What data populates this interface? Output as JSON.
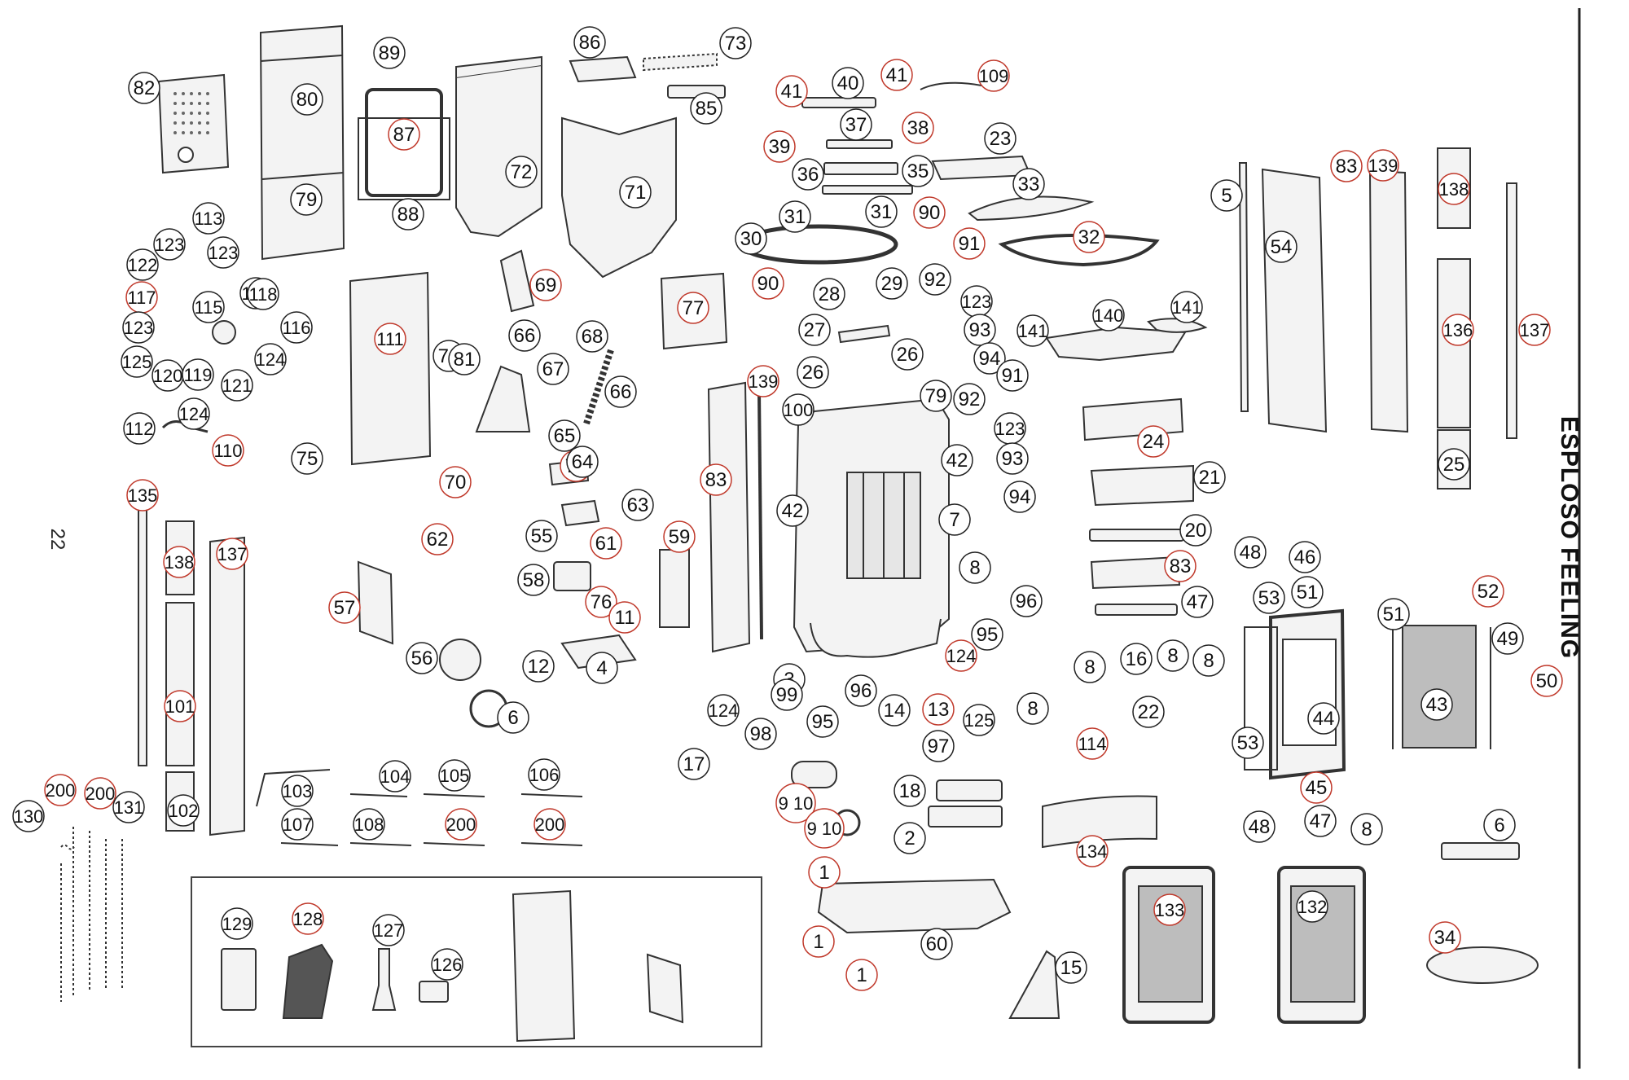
{
  "title": "ESPLOSO FEELING",
  "page_number": "22",
  "colors": {
    "callout_red": "#c0392b",
    "callout_black": "#222222",
    "line": "#333333",
    "fill": "#f3f3f3"
  },
  "callouts": [
    {
      "label": "82",
      "style": "black"
    },
    {
      "label": "80",
      "style": "black"
    },
    {
      "label": "89",
      "style": "black"
    },
    {
      "label": "87",
      "style": "red"
    },
    {
      "label": "79",
      "style": "black"
    },
    {
      "label": "88",
      "style": "black"
    },
    {
      "label": "72",
      "style": "black"
    },
    {
      "label": "86",
      "style": "black"
    },
    {
      "label": "73",
      "style": "black"
    },
    {
      "label": "85",
      "style": "black"
    },
    {
      "label": "71",
      "style": "black"
    },
    {
      "label": "41",
      "style": "red"
    },
    {
      "label": "40",
      "style": "black"
    },
    {
      "label": "41",
      "style": "red"
    },
    {
      "label": "109",
      "style": "red"
    },
    {
      "label": "37",
      "style": "black"
    },
    {
      "label": "39",
      "style": "red"
    },
    {
      "label": "38",
      "style": "red"
    },
    {
      "label": "36",
      "style": "black"
    },
    {
      "label": "35",
      "style": "black"
    },
    {
      "label": "23",
      "style": "black"
    },
    {
      "label": "33",
      "style": "black"
    },
    {
      "label": "31",
      "style": "black"
    },
    {
      "label": "31",
      "style": "black"
    },
    {
      "label": "90",
      "style": "red"
    },
    {
      "label": "32",
      "style": "red"
    },
    {
      "label": "30",
      "style": "black"
    },
    {
      "label": "91",
      "style": "red"
    },
    {
      "label": "90",
      "style": "red"
    },
    {
      "label": "28",
      "style": "black"
    },
    {
      "label": "29",
      "style": "black"
    },
    {
      "label": "92",
      "style": "black"
    },
    {
      "label": "123",
      "style": "black"
    },
    {
      "label": "27",
      "style": "black"
    },
    {
      "label": "93",
      "style": "black"
    },
    {
      "label": "141",
      "style": "black"
    },
    {
      "label": "140",
      "style": "black"
    },
    {
      "label": "141",
      "style": "black"
    },
    {
      "label": "94",
      "style": "black"
    },
    {
      "label": "26",
      "style": "black"
    },
    {
      "label": "26",
      "style": "black"
    },
    {
      "label": "91",
      "style": "black"
    },
    {
      "label": "79",
      "style": "black"
    },
    {
      "label": "92",
      "style": "black"
    },
    {
      "label": "100",
      "style": "black"
    },
    {
      "label": "123",
      "style": "black"
    },
    {
      "label": "93",
      "style": "black"
    },
    {
      "label": "42",
      "style": "black"
    },
    {
      "label": "94",
      "style": "black"
    },
    {
      "label": "42",
      "style": "black"
    },
    {
      "label": "7",
      "style": "black"
    },
    {
      "label": "8",
      "style": "black"
    },
    {
      "label": "96",
      "style": "black"
    },
    {
      "label": "95",
      "style": "black"
    },
    {
      "label": "124",
      "style": "red"
    },
    {
      "label": "3",
      "style": "black"
    },
    {
      "label": "99",
      "style": "black"
    },
    {
      "label": "96",
      "style": "black"
    },
    {
      "label": "95",
      "style": "black"
    },
    {
      "label": "14",
      "style": "black"
    },
    {
      "label": "13",
      "style": "red"
    },
    {
      "label": "97",
      "style": "black"
    },
    {
      "label": "125",
      "style": "black"
    },
    {
      "label": "124",
      "style": "black"
    },
    {
      "label": "98",
      "style": "black"
    },
    {
      "label": "17",
      "style": "black"
    },
    {
      "label": "9 10",
      "style": "red"
    },
    {
      "label": "18",
      "style": "black"
    },
    {
      "label": "9 10",
      "style": "red"
    },
    {
      "label": "2",
      "style": "black"
    },
    {
      "label": "1",
      "style": "red"
    },
    {
      "label": "1",
      "style": "red"
    },
    {
      "label": "1",
      "style": "red"
    },
    {
      "label": "60",
      "style": "black"
    },
    {
      "label": "15",
      "style": "black"
    },
    {
      "label": "134",
      "style": "red"
    },
    {
      "label": "133",
      "style": "red"
    },
    {
      "label": "132",
      "style": "black"
    },
    {
      "label": "34",
      "style": "red"
    },
    {
      "label": "6",
      "style": "black"
    },
    {
      "label": "5",
      "style": "black"
    },
    {
      "label": "54",
      "style": "black"
    },
    {
      "label": "83",
      "style": "red"
    },
    {
      "label": "139",
      "style": "red"
    },
    {
      "label": "138",
      "style": "red"
    },
    {
      "label": "136",
      "style": "red"
    },
    {
      "label": "137",
      "style": "red"
    },
    {
      "label": "25",
      "style": "black"
    },
    {
      "label": "24",
      "style": "red"
    },
    {
      "label": "21",
      "style": "black"
    },
    {
      "label": "20",
      "style": "black"
    },
    {
      "label": "83",
      "style": "red"
    },
    {
      "label": "47",
      "style": "black"
    },
    {
      "label": "48",
      "style": "black"
    },
    {
      "label": "46",
      "style": "black"
    },
    {
      "label": "53",
      "style": "black"
    },
    {
      "label": "51",
      "style": "black"
    },
    {
      "label": "51",
      "style": "black"
    },
    {
      "label": "52",
      "style": "red"
    },
    {
      "label": "49",
      "style": "black"
    },
    {
      "label": "50",
      "style": "red"
    },
    {
      "label": "43",
      "style": "black"
    },
    {
      "label": "44",
      "style": "black"
    },
    {
      "label": "53",
      "style": "black"
    },
    {
      "label": "45",
      "style": "red"
    },
    {
      "label": "48",
      "style": "black"
    },
    {
      "label": "47",
      "style": "black"
    },
    {
      "label": "8",
      "style": "black"
    },
    {
      "label": "8",
      "style": "black"
    },
    {
      "label": "16",
      "style": "black"
    },
    {
      "label": "8",
      "style": "black"
    },
    {
      "label": "8",
      "style": "black"
    },
    {
      "label": "8",
      "style": "black"
    },
    {
      "label": "22",
      "style": "black"
    },
    {
      "label": "114",
      "style": "red"
    },
    {
      "label": "123",
      "style": "black"
    },
    {
      "label": "113",
      "style": "black"
    },
    {
      "label": "123",
      "style": "black"
    },
    {
      "label": "122",
      "style": "black"
    },
    {
      "label": "117",
      "style": "red"
    },
    {
      "label": "115",
      "style": "black"
    },
    {
      "label": "115",
      "style": "black"
    },
    {
      "label": "118",
      "style": "black"
    },
    {
      "label": "116",
      "style": "black"
    },
    {
      "label": "123",
      "style": "black"
    },
    {
      "label": "125",
      "style": "black"
    },
    {
      "label": "120",
      "style": "black"
    },
    {
      "label": "119",
      "style": "black"
    },
    {
      "label": "121",
      "style": "black"
    },
    {
      "label": "124",
      "style": "black"
    },
    {
      "label": "124",
      "style": "black"
    },
    {
      "label": "112",
      "style": "black"
    },
    {
      "label": "110",
      "style": "red"
    },
    {
      "label": "111",
      "style": "red"
    },
    {
      "label": "74",
      "style": "black"
    },
    {
      "label": "75",
      "style": "black"
    },
    {
      "label": "69",
      "style": "red"
    },
    {
      "label": "66",
      "style": "black"
    },
    {
      "label": "67",
      "style": "black"
    },
    {
      "label": "68",
      "style": "black"
    },
    {
      "label": "66",
      "style": "black"
    },
    {
      "label": "81",
      "style": "black"
    },
    {
      "label": "65",
      "style": "black"
    },
    {
      "label": "78",
      "style": "red"
    },
    {
      "label": "77",
      "style": "red"
    },
    {
      "label": "64",
      "style": "black"
    },
    {
      "label": "70",
      "style": "red"
    },
    {
      "label": "62",
      "style": "red"
    },
    {
      "label": "63",
      "style": "black"
    },
    {
      "label": "55",
      "style": "black"
    },
    {
      "label": "61",
      "style": "red"
    },
    {
      "label": "59",
      "style": "red"
    },
    {
      "label": "58",
      "style": "black"
    },
    {
      "label": "76",
      "style": "red"
    },
    {
      "label": "11",
      "style": "red"
    },
    {
      "label": "57",
      "style": "red"
    },
    {
      "label": "56",
      "style": "black"
    },
    {
      "label": "12",
      "style": "black"
    },
    {
      "label": "4",
      "style": "black"
    },
    {
      "label": "6",
      "style": "black"
    },
    {
      "label": "83",
      "style": "red"
    },
    {
      "label": "139",
      "style": "red"
    },
    {
      "label": "135",
      "style": "red"
    },
    {
      "label": "138",
      "style": "red"
    },
    {
      "label": "137",
      "style": "red"
    },
    {
      "label": "101",
      "style": "red"
    },
    {
      "label": "102",
      "style": "black"
    },
    {
      "label": "103",
      "style": "black"
    },
    {
      "label": "104",
      "style": "black"
    },
    {
      "label": "105",
      "style": "black"
    },
    {
      "label": "106",
      "style": "black"
    },
    {
      "label": "107",
      "style": "black"
    },
    {
      "label": "108",
      "style": "black"
    },
    {
      "label": "200",
      "style": "red"
    },
    {
      "label": "200",
      "style": "red"
    },
    {
      "label": "200",
      "style": "red"
    },
    {
      "label": "200",
      "style": "red"
    },
    {
      "label": "131",
      "style": "black"
    },
    {
      "label": "130",
      "style": "black"
    },
    {
      "label": "129",
      "style": "black"
    },
    {
      "label": "128",
      "style": "red"
    },
    {
      "label": "127",
      "style": "black"
    },
    {
      "label": "126",
      "style": "black"
    }
  ]
}
